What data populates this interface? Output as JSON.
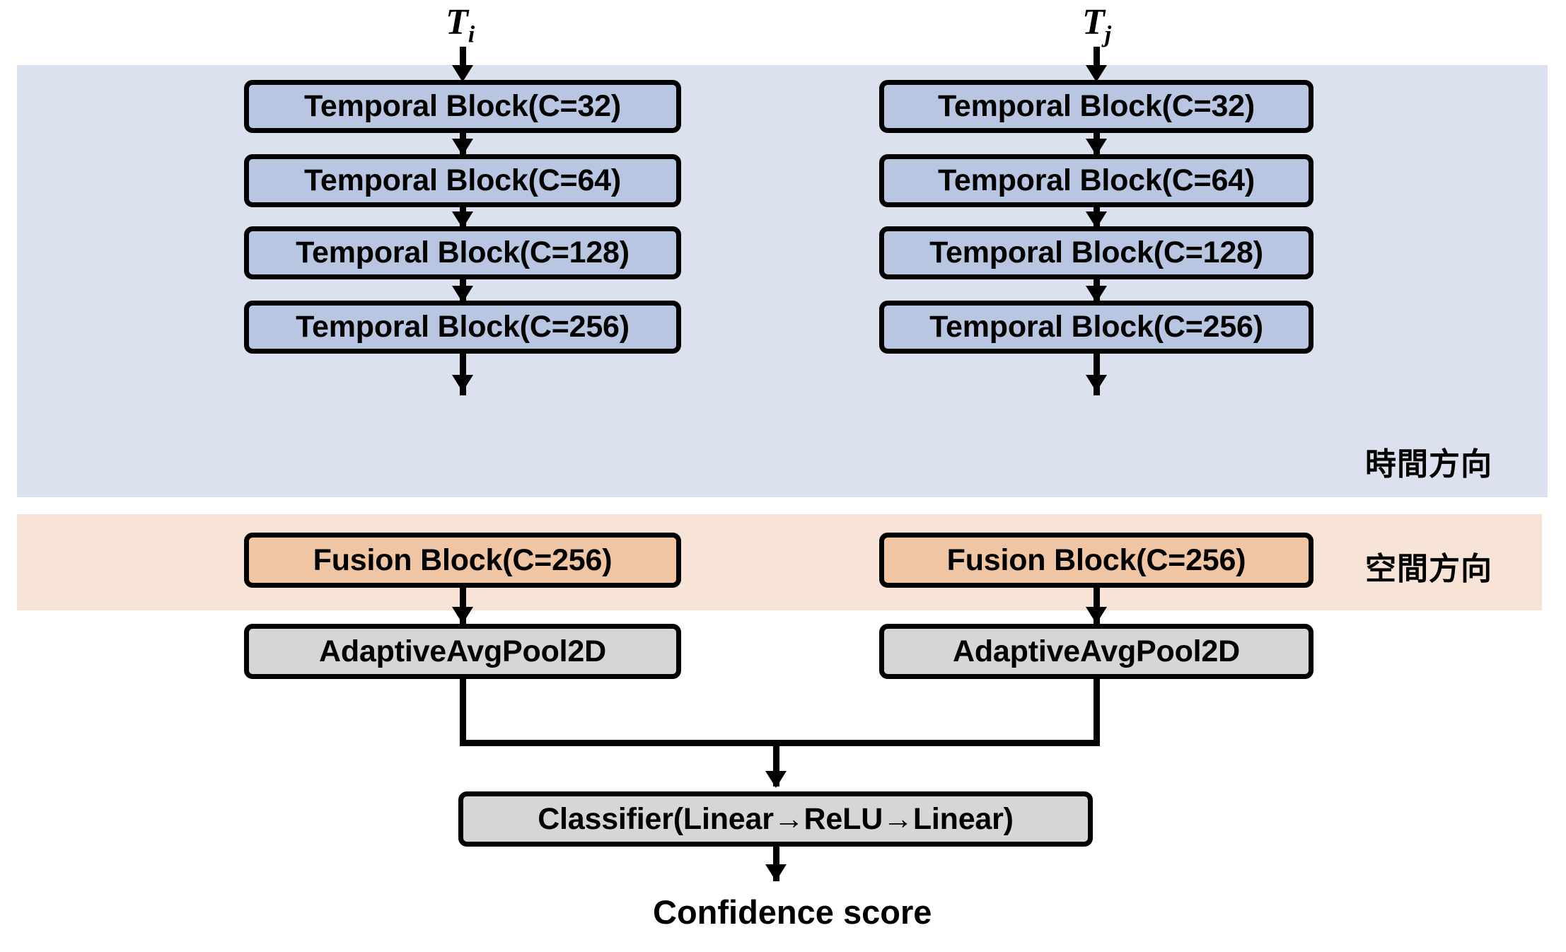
{
  "bands": {
    "temporal": {
      "label": "時間方向",
      "color": "#dce1ef"
    },
    "spatial": {
      "label": "空間方向",
      "color": "#f8e4d6"
    }
  },
  "colors": {
    "temporal_block": "#b8c6e2",
    "fusion_block": "#efc5a3",
    "neutral_block": "#d6d6d6",
    "stroke": "#000000",
    "background": "#ffffff"
  },
  "branches": [
    {
      "id": "left",
      "input_label": "T",
      "input_subscript": "i",
      "nodes": [
        {
          "label": "Temporal Block(C=32)",
          "kind": "temporal"
        },
        {
          "label": "Temporal Block(C=64)",
          "kind": "temporal"
        },
        {
          "label": "Temporal Block(C=128)",
          "kind": "temporal"
        },
        {
          "label": "Temporal Block(C=256)",
          "kind": "temporal"
        },
        {
          "label": "Fusion Block(C=256)",
          "kind": "fusion"
        },
        {
          "label": "AdaptiveAvgPool2D",
          "kind": "neutral"
        }
      ]
    },
    {
      "id": "right",
      "input_label": "T",
      "input_subscript": "j",
      "nodes": [
        {
          "label": "Temporal Block(C=32)",
          "kind": "temporal"
        },
        {
          "label": "Temporal Block(C=64)",
          "kind": "temporal"
        },
        {
          "label": "Temporal Block(C=128)",
          "kind": "temporal"
        },
        {
          "label": "Temporal Block(C=256)",
          "kind": "temporal"
        },
        {
          "label": "Fusion Block(C=256)",
          "kind": "fusion"
        },
        {
          "label": "AdaptiveAvgPool2D",
          "kind": "neutral"
        }
      ]
    }
  ],
  "classifier": {
    "label": "Classifier(Linear→ReLU→Linear)",
    "kind": "neutral"
  },
  "output": {
    "label": "Confidence score"
  }
}
